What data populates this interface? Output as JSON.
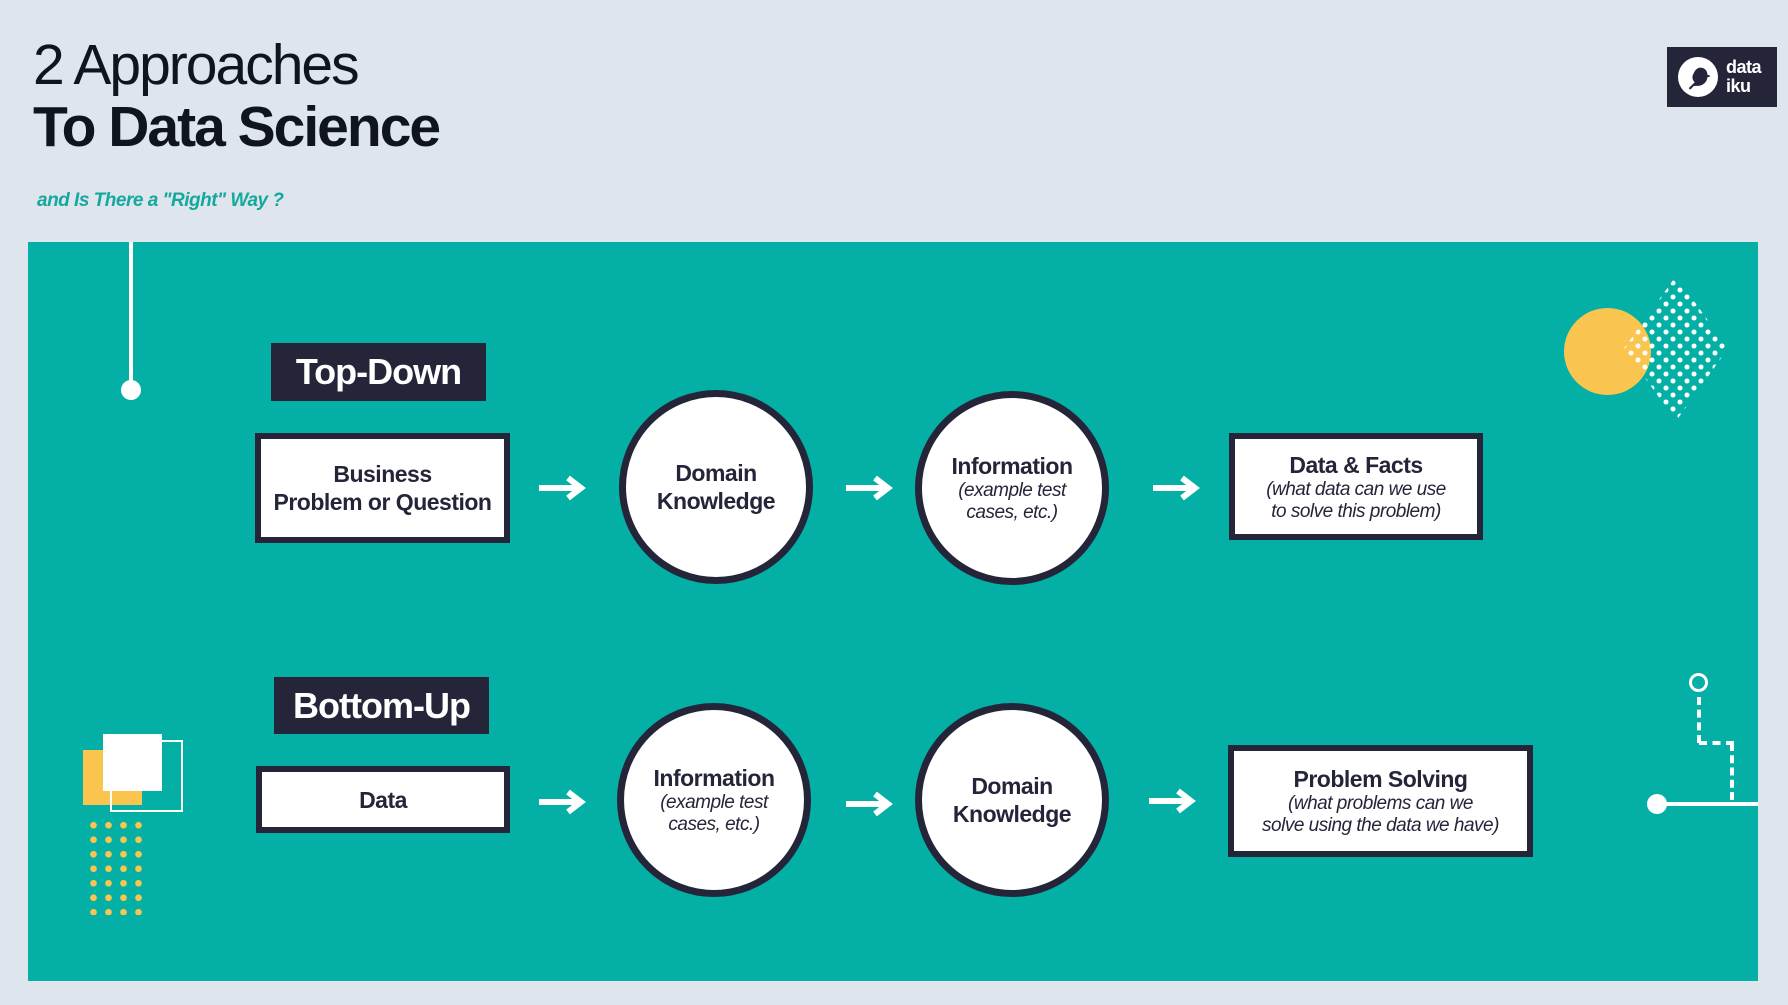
{
  "header": {
    "title_line1": "2 Approaches",
    "title_line2": "To Data Science",
    "subtitle": "and Is There a \"Right\" Way ?"
  },
  "logo": {
    "line1": "data",
    "line2": "iku",
    "icon": "dataiku-bird"
  },
  "colors": {
    "background": "#dee5ec",
    "panel_teal": "#04b0a5",
    "navy": "#25253a",
    "yellow": "#f9c54e",
    "white": "#ffffff",
    "subtitle_teal": "#14a89e"
  },
  "flows": [
    {
      "label": "Top-Down",
      "steps": [
        {
          "type": "box",
          "title": "Business\nProblem or Question",
          "note": ""
        },
        {
          "type": "circle",
          "title": "Domain\nKnowledge",
          "note": ""
        },
        {
          "type": "circle",
          "title": "Information",
          "note": "(example test\ncases, etc.)"
        },
        {
          "type": "box",
          "title": "Data & Facts",
          "note": "(what data can we use\nto solve this problem)"
        }
      ]
    },
    {
      "label": "Bottom-Up",
      "steps": [
        {
          "type": "box",
          "title": "Data",
          "note": ""
        },
        {
          "type": "circle",
          "title": "Information",
          "note": "(example test\ncases, etc.)"
        },
        {
          "type": "circle",
          "title": "Domain\nKnowledge",
          "note": ""
        },
        {
          "type": "box",
          "title": "Problem Solving",
          "note": "(what problems can we\nsolve using the data we have)"
        }
      ]
    }
  ]
}
